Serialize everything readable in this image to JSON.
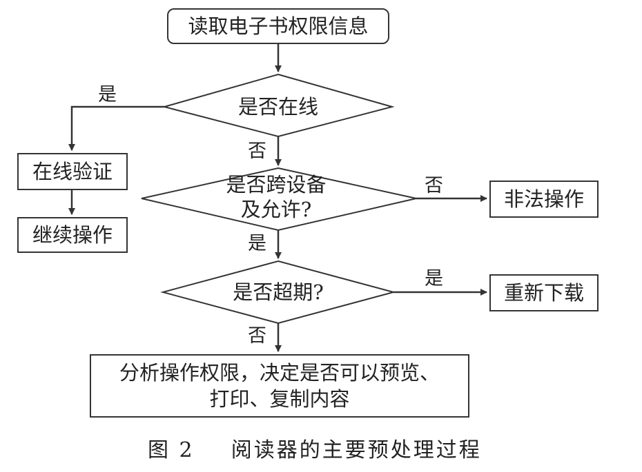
{
  "figure": {
    "caption_number": "图 2",
    "caption_title": "阅读器的主要预处理过程"
  },
  "nodes": {
    "start": "读取电子书权限信息",
    "decision_online": "是否在线",
    "online_verify": "在线验证",
    "continue_op": "继续操作",
    "decision_cross_device_l1": "是否跨设备",
    "decision_cross_device_l2": "及允许?",
    "illegal_op": "非法操作",
    "decision_expired": "是否超期?",
    "redownload": "重新下载",
    "final_l1": "分析操作权限，决定是否可以预览、",
    "final_l2": "打印、复制内容"
  },
  "edge_labels": {
    "online_yes": "是",
    "online_no": "否",
    "cross_no": "否",
    "cross_yes": "是",
    "expired_yes": "是",
    "expired_no": "否"
  },
  "colors": {
    "stroke": "#333333",
    "text": "#222222",
    "background": "#ffffff"
  }
}
